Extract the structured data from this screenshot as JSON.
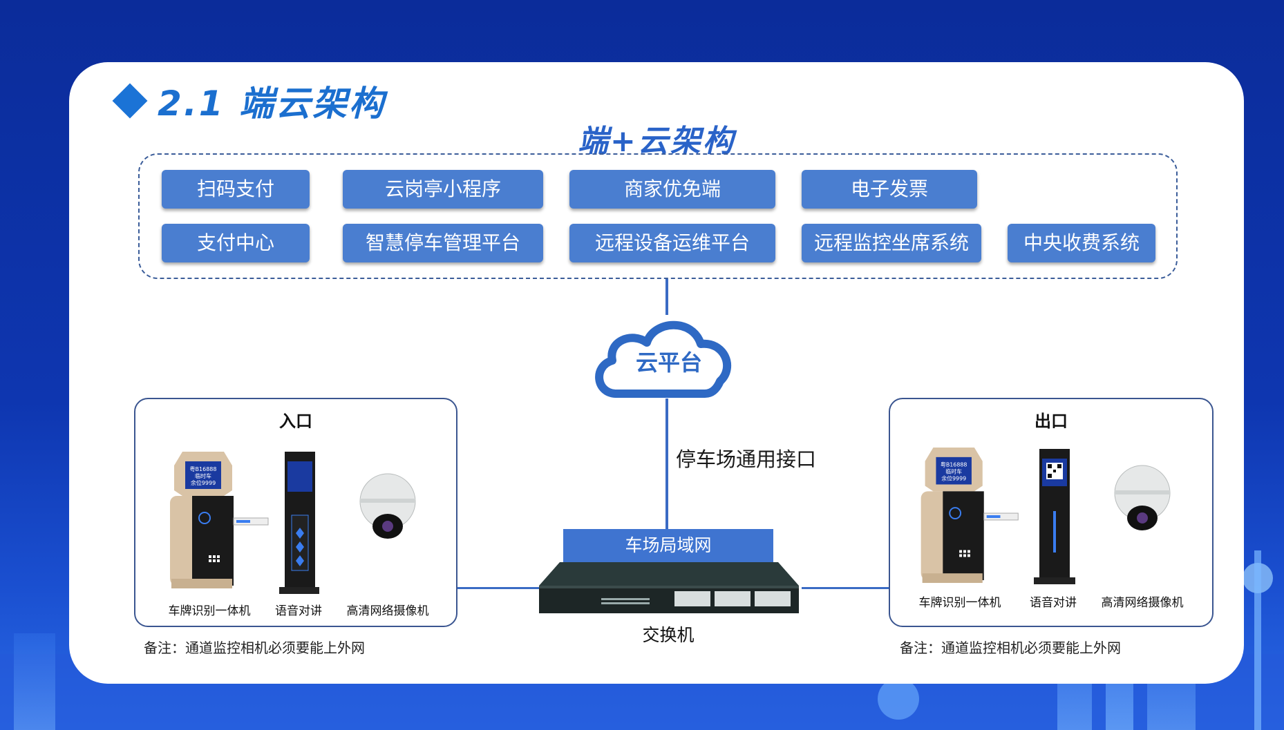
{
  "section_title": "2.1  端云架构",
  "diagram_title": "端+云架构",
  "modules_row1": [
    "扫码支付",
    "云岗亭小程序",
    "商家优免端",
    "电子发票"
  ],
  "modules_row2": [
    "支付中心",
    "智慧停车管理平台",
    "远程设备运维平台",
    "远程监控坐席系统",
    "中央收费系统"
  ],
  "cloud_label": "云平台",
  "interface_label": "停车场通用接口",
  "lan_label": "车场局域网",
  "switch_label": "交换机",
  "entrance": {
    "title": "入口",
    "devices": [
      "车牌识别一体机",
      "语音对讲",
      "高清网络摄像机"
    ],
    "note": "备注：通道监控相机必须要能上外网"
  },
  "exit": {
    "title": "出口",
    "devices": [
      "车牌识别一体机",
      "语音对讲",
      "高清网络摄像机"
    ],
    "note": "备注：通道监控相机必须要能上外网"
  },
  "screen_text": {
    "plate": "粤B16888",
    "type": "临时车",
    "spaces": "余位9999"
  },
  "colors": {
    "background": "#0e36b0",
    "module_fill": "#4a7ed0",
    "title_blue": "#1b6fcf",
    "line_blue": "#3a6bc4"
  },
  "icons": [
    "diamond-bullet-icon",
    "cloud-icon",
    "network-switch-icon",
    "plate-recognition-kiosk-icon",
    "intercom-pillar-icon",
    "dome-camera-icon"
  ]
}
